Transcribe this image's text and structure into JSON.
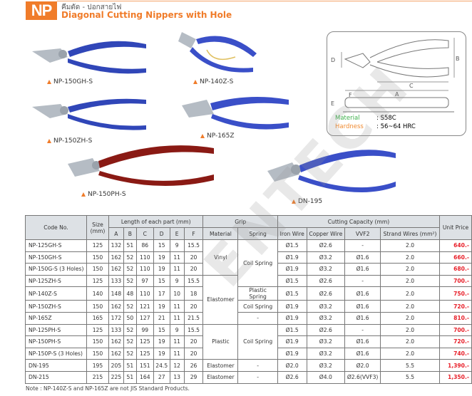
{
  "header": {
    "badge": "NP",
    "thai": "คีมตัด - ปอกสายไฟ",
    "title": "Diagonal Cutting Nippers with Hole"
  },
  "products": [
    "NP-150GH-S",
    "NP-140Z-S",
    "NP-150ZH-S",
    "NP-165Z",
    "NP-150PH-S",
    "DN-195"
  ],
  "diagram": {
    "labels": [
      "A",
      "B",
      "C",
      "D",
      "E",
      "F"
    ],
    "material_label": "Material",
    "material_value": ": S58C",
    "hardness_label": "Hardness",
    "hardness_value": ": 56~64 HRC"
  },
  "watermark": "ENTECH",
  "table": {
    "headers": {
      "code": "Code No.",
      "size": "Size (mm)",
      "length": "Length of each part (mm)",
      "grip": "Grip",
      "cutting": "Cutting Capacity (mm)",
      "price": "Unit Price",
      "parts": [
        "A",
        "B",
        "C",
        "D",
        "E",
        "F"
      ],
      "material": "Material",
      "spring": "Spring",
      "iron": "Iron Wire",
      "copper": "Copper Wire",
      "vvf": "VVF2",
      "strand": "Strand Wires (mm²)"
    },
    "rows": [
      [
        "NP-125GH-S",
        "125",
        "132",
        "51",
        "86",
        "15",
        "9",
        "15.5",
        "Ø1.5",
        "Ø2.6",
        "-",
        "2.0",
        "640.-"
      ],
      [
        "NP-150GH-S",
        "150",
        "162",
        "52",
        "110",
        "19",
        "11",
        "20",
        "Ø1.9",
        "Ø3.2",
        "Ø1.6",
        "2.0",
        "660.-"
      ],
      [
        "NP-150G-S (3 Holes)",
        "150",
        "162",
        "52",
        "110",
        "19",
        "11",
        "20",
        "Ø1.9",
        "Ø3.2",
        "Ø1.6",
        "2.0",
        "680.-"
      ],
      [
        "NP-125ZH-S",
        "125",
        "133",
        "52",
        "97",
        "15",
        "9",
        "15.5",
        "Ø1.5",
        "Ø2.6",
        "-",
        "2.0",
        "700.-"
      ],
      [
        "NP-140Z-S",
        "140",
        "148",
        "48",
        "110",
        "17",
        "10",
        "18",
        "Ø1.5",
        "Ø2.6",
        "Ø1.6",
        "2.0",
        "750.-"
      ],
      [
        "NP-150ZH-S",
        "150",
        "162",
        "52",
        "121",
        "19",
        "11",
        "20",
        "Ø1.9",
        "Ø3.2",
        "Ø1.6",
        "2.0",
        "720.-"
      ],
      [
        "NP-165Z",
        "165",
        "172",
        "50",
        "127",
        "21",
        "11",
        "21.5",
        "Ø1.9",
        "Ø3.2",
        "Ø1.6",
        "2.0",
        "810.-"
      ],
      [
        "NP-125PH-S",
        "125",
        "133",
        "52",
        "99",
        "15",
        "9",
        "15.5",
        "Ø1.5",
        "Ø2.6",
        "-",
        "2.0",
        "700.-"
      ],
      [
        "NP-150PH-S",
        "150",
        "162",
        "52",
        "125",
        "19",
        "11",
        "20",
        "Ø1.9",
        "Ø3.2",
        "Ø1.6",
        "2.0",
        "720.-"
      ],
      [
        "NP-150P-S (3 Holes)",
        "150",
        "162",
        "52",
        "125",
        "19",
        "11",
        "20",
        "Ø1.9",
        "Ø3.2",
        "Ø1.6",
        "2.0",
        "740.-"
      ],
      [
        "DN-195",
        "195",
        "205",
        "51",
        "151",
        "24.5",
        "12",
        "26",
        "Ø2.0",
        "Ø3.2",
        "Ø2.0",
        "5.5",
        "1,390.-"
      ],
      [
        "DN-215",
        "215",
        "225",
        "51",
        "164",
        "27",
        "13",
        "29",
        "Ø2.6",
        "Ø4.0",
        "Ø2.6(VVF3)",
        "5.5",
        "1,350.-"
      ]
    ],
    "material": [
      {
        "row": 0,
        "span": 3,
        "v": "Vinyl"
      },
      {
        "row": 3,
        "span": 4,
        "v": "Elastomer"
      },
      {
        "row": 7,
        "span": 3,
        "v": "Plastic"
      },
      {
        "row": 10,
        "span": 1,
        "v": "Elastomer"
      },
      {
        "row": 11,
        "span": 1,
        "v": "Elastomer"
      }
    ],
    "spring": [
      {
        "row": 0,
        "span": 4,
        "v": "Coil Spring"
      },
      {
        "row": 4,
        "span": 1,
        "v": "Plastic Spring"
      },
      {
        "row": 5,
        "span": 1,
        "v": "Coil Spring"
      },
      {
        "row": 6,
        "span": 1,
        "v": "-"
      },
      {
        "row": 7,
        "span": 3,
        "v": "Coil Spring"
      },
      {
        "row": 10,
        "span": 1,
        "v": "-"
      },
      {
        "row": 11,
        "span": 1,
        "v": "-"
      }
    ]
  },
  "note": "Note : NP-140Z-S and NP-165Z are not JIS Standard Products."
}
